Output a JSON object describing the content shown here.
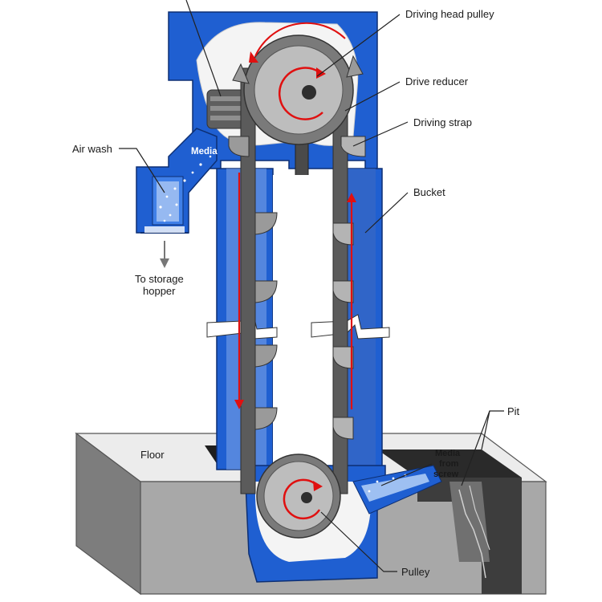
{
  "labels": {
    "driving_head_pulley": "Driving head pulley",
    "drive_reducer": "Drive reducer",
    "driving_strap": "Driving strap",
    "bucket": "Bucket",
    "air_wash": "Air wash",
    "media_top": "Media",
    "to_storage_1": "To storage",
    "to_storage_2": "hopper",
    "floor": "Floor",
    "pit": "Pit",
    "media_from_1": "Media",
    "media_from_2": "from",
    "media_from_3": "screw",
    "pulley": "Pulley"
  },
  "colors": {
    "casing_blue": "#1f5fd1",
    "casing_dark": "#123c8c",
    "pulley_gray": "#8a8a8a",
    "belt_gray": "#5a5a5a",
    "floor_light": "#e8e8e8",
    "floor_side": "#a9a9a9",
    "flow_red": "#e01010"
  },
  "icons": {
    "rotation": "rotation-arrow-icon",
    "down_arrow": "down-arrow-icon"
  }
}
